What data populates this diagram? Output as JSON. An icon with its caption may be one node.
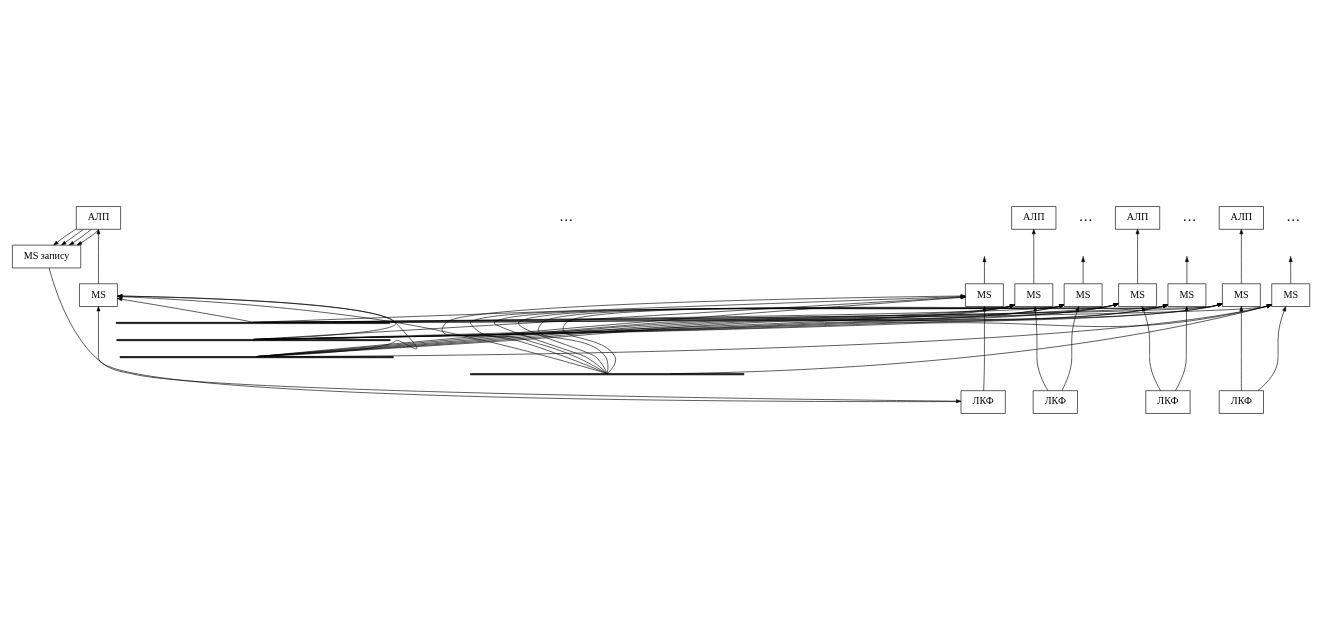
{
  "diagram": {
    "nodes": [
      {
        "text": [
          "АЛП"
        ]
      },
      {
        "text": [
          "АЛП"
        ]
      },
      {
        "text": [
          "АЛП"
        ]
      },
      {
        "text": [
          "АЛП"
        ]
      },
      {
        "text": [
          "MS запису"
        ]
      },
      {
        "text": [
          "MS"
        ]
      },
      {
        "text": [
          "MS"
        ]
      },
      {
        "text": [
          "MS"
        ]
      },
      {
        "text": [
          "MS"
        ]
      },
      {
        "text": [
          "MS"
        ]
      },
      {
        "text": [
          "MS"
        ]
      },
      {
        "text": [
          "MS"
        ]
      },
      {
        "text": [
          "MS"
        ]
      },
      {
        "text": [],
        "shape": "bar"
      },
      {
        "text": [],
        "shape": "bar"
      },
      {
        "text": [],
        "shape": "bar"
      },
      {
        "text": [],
        "shape": "bar"
      },
      {
        "text": [
          "ЛКФ"
        ]
      },
      {
        "text": [
          "ЛКФ"
        ]
      },
      {
        "text": [
          "ЛКФ"
        ]
      },
      {
        "text": [
          "ЛКФ"
        ]
      }
    ],
    "edges": [
      {
        "from": 0,
        "to": 4,
        "arrow": "to"
      },
      {
        "from": 0,
        "to": 4,
        "arrow": "to"
      },
      {
        "from": 0,
        "to": 4,
        "arrow": "to"
      },
      {
        "from": 0,
        "to": 4,
        "arrow": "to"
      },
      {
        "from": 4,
        "to": 17,
        "arrow": "to"
      },
      {
        "from": 5,
        "to": 0,
        "arrow": "to"
      },
      {
        "from": 6,
        "to": null,
        "arrow": "to"
      },
      {
        "from": 7,
        "to": 1,
        "arrow": "to"
      },
      {
        "from": 8,
        "to": null,
        "arrow": "to"
      },
      {
        "from": 9,
        "to": 2,
        "arrow": "to"
      },
      {
        "from": 10,
        "to": null,
        "arrow": "to"
      },
      {
        "from": 11,
        "to": 3,
        "arrow": "to"
      },
      {
        "from": 12,
        "to": null,
        "arrow": "to"
      },
      {
        "from": 17,
        "to": 5,
        "arrow": "to"
      },
      {
        "from": 17,
        "to": 6,
        "arrow": "to"
      },
      {
        "from": 18,
        "to": 7,
        "arrow": "to"
      },
      {
        "from": 18,
        "to": 8,
        "arrow": "to"
      },
      {
        "from": 19,
        "to": 9,
        "arrow": "to"
      },
      {
        "from": 19,
        "to": 10,
        "arrow": "to"
      },
      {
        "from": 20,
        "to": 11,
        "arrow": "to"
      },
      {
        "from": 20,
        "to": 12,
        "arrow": "to"
      },
      {
        "from": 13,
        "to": 5,
        "arrow": "to"
      },
      {
        "from": 13,
        "to": 6,
        "arrow": "to"
      },
      {
        "from": 13,
        "to": 7,
        "arrow": "to"
      },
      {
        "from": 13,
        "to": 8,
        "arrow": "to"
      },
      {
        "from": 13,
        "to": 9,
        "arrow": "to"
      },
      {
        "from": 13,
        "to": 10,
        "arrow": "to"
      },
      {
        "from": 13,
        "to": 11,
        "arrow": "to"
      },
      {
        "from": 13,
        "to": 12,
        "arrow": "to"
      },
      {
        "from": 14,
        "to": 5,
        "arrow": "to"
      },
      {
        "from": 14,
        "to": 6,
        "arrow": "to"
      },
      {
        "from": 14,
        "to": 7,
        "arrow": "to"
      },
      {
        "from": 14,
        "to": 8,
        "arrow": "to"
      },
      {
        "from": 14,
        "to": 9,
        "arrow": "to"
      },
      {
        "from": 14,
        "to": 10,
        "arrow": "to"
      },
      {
        "from": 14,
        "to": 11,
        "arrow": "to"
      },
      {
        "from": 14,
        "to": 12,
        "arrow": "to"
      },
      {
        "from": 15,
        "to": 5,
        "arrow": "to"
      },
      {
        "from": 15,
        "to": 6,
        "arrow": "to"
      },
      {
        "from": 15,
        "to": 7,
        "arrow": "to"
      },
      {
        "from": 15,
        "to": 8,
        "arrow": "to"
      },
      {
        "from": 15,
        "to": 9,
        "arrow": "to"
      },
      {
        "from": 15,
        "to": 10,
        "arrow": "to"
      },
      {
        "from": 15,
        "to": 11,
        "arrow": "to"
      },
      {
        "from": 15,
        "to": 12,
        "arrow": "to"
      },
      {
        "from": 16,
        "to": 5,
        "arrow": "to"
      },
      {
        "from": 16,
        "to": 6,
        "arrow": "to"
      },
      {
        "from": 16,
        "to": 7,
        "arrow": "to"
      },
      {
        "from": 16,
        "to": 8,
        "arrow": "to"
      },
      {
        "from": 16,
        "to": 9,
        "arrow": "to"
      },
      {
        "from": 16,
        "to": 10,
        "arrow": "to"
      },
      {
        "from": 16,
        "to": 11,
        "arrow": "to"
      },
      {
        "from": 16,
        "to": 12,
        "arrow": "to"
      }
    ],
    "labels": [
      "…",
      "…",
      "…",
      "…"
    ]
  }
}
